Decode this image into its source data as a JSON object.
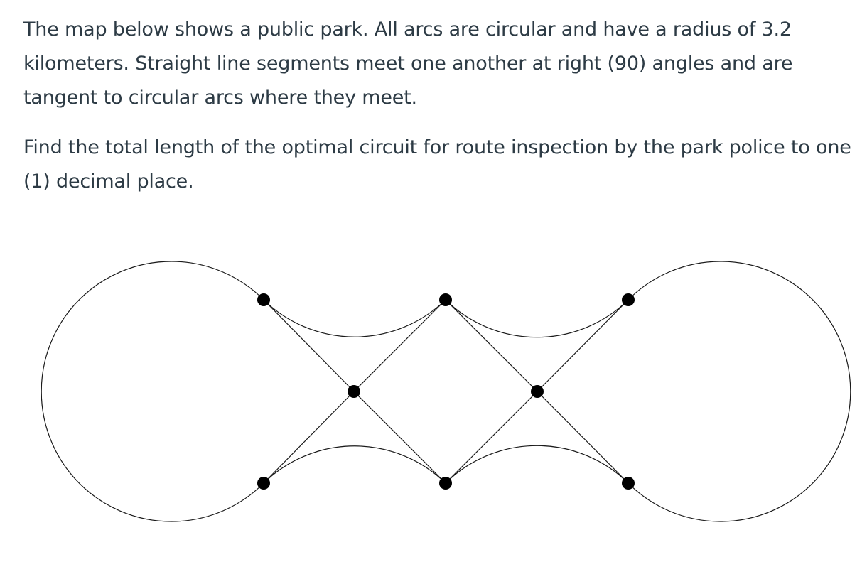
{
  "question": {
    "paragraph_1": "The map below shows a public park. All arcs are circular and have a radius of 3.2 kilometers. Straight line segments meet one another at right (90) angles and are tangent to circular arcs where they meet.",
    "paragraph_2": "Find the total length of the optimal circuit for route inspection by the park police to one (1) decimal place."
  },
  "diagram": {
    "line_color": "#1a1a1a",
    "node_color": "#000000",
    "node_count": 8
  }
}
